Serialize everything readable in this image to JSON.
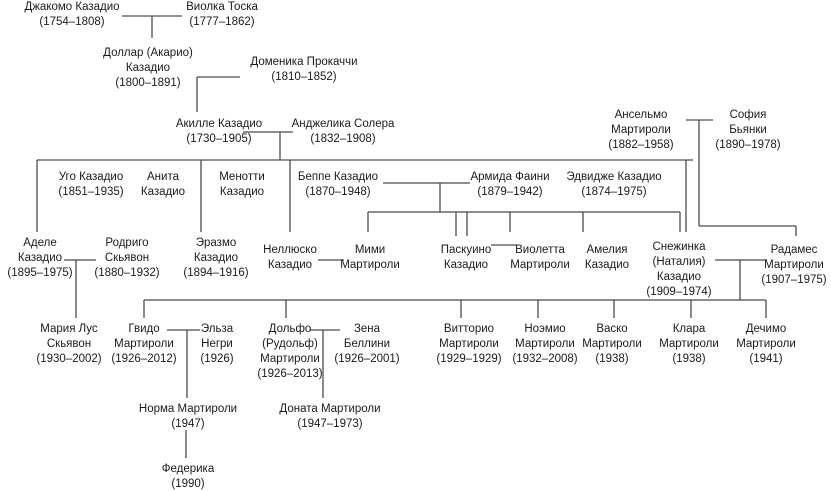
{
  "people": [
    {
      "id": "giacomo",
      "lines": [
        "Джакомо Казадио",
        "(1754–1808)"
      ]
    },
    {
      "id": "viola",
      "lines": [
        "Виолка Тоска",
        "(1777–1862)"
      ]
    },
    {
      "id": "dollar",
      "lines": [
        "Доллар (Акарио)",
        "Казадио",
        "(1800–1891)"
      ]
    },
    {
      "id": "domenica",
      "lines": [
        "Доменика Прокаччи",
        "(1810–1852)"
      ]
    },
    {
      "id": "achille",
      "lines": [
        "Акилле Казадио",
        "(1730–1905)"
      ]
    },
    {
      "id": "angelica",
      "lines": [
        "Анджелика Солера",
        "(1832–1908)"
      ]
    },
    {
      "id": "ugo",
      "lines": [
        "Уго Казадио",
        "(1851–1935)"
      ]
    },
    {
      "id": "anita",
      "lines": [
        "Анита",
        "Казадио"
      ]
    },
    {
      "id": "menotti",
      "lines": [
        "Менотти",
        "Казадио"
      ]
    },
    {
      "id": "beppe",
      "lines": [
        "Беппе Казадио",
        "(1870–1948)"
      ]
    },
    {
      "id": "armida",
      "lines": [
        "Армида Фаини",
        "(1879–1942)"
      ]
    },
    {
      "id": "edvige",
      "lines": [
        "Эдвидже Казадио",
        "(1874–1975)"
      ]
    },
    {
      "id": "anselmo",
      "lines": [
        "Ансельмо",
        "Мартироли",
        "(1882–1958)"
      ]
    },
    {
      "id": "sofia",
      "lines": [
        "София",
        "Бьянки",
        "(1890–1978)"
      ]
    },
    {
      "id": "adele",
      "lines": [
        "Аделе",
        "Казадио",
        "(1895–1975)"
      ]
    },
    {
      "id": "rodrigo",
      "lines": [
        "Родриго",
        "Скьявон",
        "(1880–1932)"
      ]
    },
    {
      "id": "erasmo",
      "lines": [
        "Эразмо",
        "Казадио",
        "(1894–1916)"
      ]
    },
    {
      "id": "nellusco",
      "lines": [
        "Неллюско",
        "Казадио"
      ]
    },
    {
      "id": "mimi",
      "lines": [
        "Мими",
        "Мартироли"
      ]
    },
    {
      "id": "pasquino",
      "lines": [
        "Паскуино",
        "Казадио"
      ]
    },
    {
      "id": "violetta",
      "lines": [
        "Виолетта",
        "Мартироли"
      ]
    },
    {
      "id": "amelia",
      "lines": [
        "Амелия",
        "Казадио"
      ]
    },
    {
      "id": "neve",
      "lines": [
        "Снежинка",
        "(Наталия)",
        "Казадио",
        "(1909–1974)"
      ]
    },
    {
      "id": "radames",
      "lines": [
        "Радамес",
        "Мартироли",
        "(1907–1975)"
      ]
    },
    {
      "id": "maria",
      "lines": [
        "Мария Лус",
        "Скьявон",
        "(1930–2002)"
      ]
    },
    {
      "id": "guido",
      "lines": [
        "Гвидо",
        "Мартироли",
        "(1926–2012)"
      ]
    },
    {
      "id": "elsa",
      "lines": [
        "Эльза",
        "Негри",
        "(1926)"
      ]
    },
    {
      "id": "dolfo",
      "lines": [
        "Дольфо",
        "(Рудольф)",
        "Мартироли",
        "(1926–2013)"
      ]
    },
    {
      "id": "zena",
      "lines": [
        "Зена",
        "Беллини",
        "(1926–2001)"
      ]
    },
    {
      "id": "vittorio",
      "lines": [
        "Витторио",
        "Мартироли",
        "(1929–1929)"
      ]
    },
    {
      "id": "noemio",
      "lines": [
        "Ноэмио",
        "Мартироли",
        "(1932–2008)"
      ]
    },
    {
      "id": "vasco",
      "lines": [
        "Васко",
        "Мартироли",
        "(1938)"
      ]
    },
    {
      "id": "clara",
      "lines": [
        "Клара",
        "Мартироли",
        "(1938)"
      ]
    },
    {
      "id": "decimo",
      "lines": [
        "Дечимо",
        "Мартироли",
        "(1941)"
      ]
    },
    {
      "id": "norma",
      "lines": [
        "Норма Мартироли",
        "(1947)"
      ]
    },
    {
      "id": "donata",
      "lines": [
        "Доната Мартироли",
        "(1947–1973)"
      ]
    },
    {
      "id": "federica",
      "lines": [
        "Федерика",
        "(1990)"
      ]
    }
  ],
  "colors": {
    "line": "#4a4a4a",
    "text": "#1a1a1a",
    "background": "#ffffff"
  }
}
